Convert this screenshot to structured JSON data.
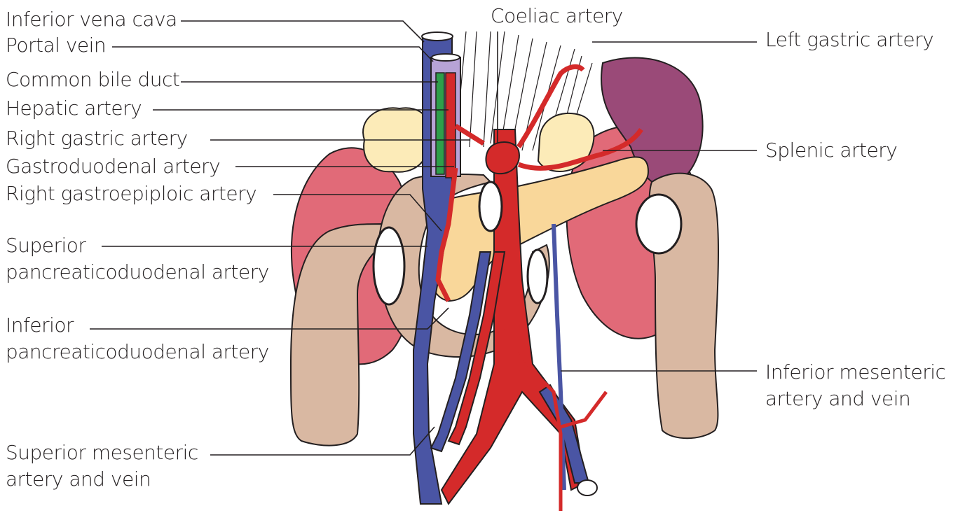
{
  "labels": {
    "inferior_vena_cava": "Inferior vena cava",
    "portal_vein": "Portal vein",
    "common_bile_duct": "Common bile duct",
    "hepatic_artery": "Hepatic artery",
    "right_gastric_artery": "Right gastric artery",
    "gastroduodenal_artery": "Gastroduodenal artery",
    "right_gastroepiploic_artery": "Right gastroepiploic artery",
    "superior_pancreaticoduodenal_artery_line1": "Superior",
    "superior_pancreaticoduodenal_artery_line2": "pancreaticoduodenal artery",
    "inferior_pancreaticoduodenal_artery_line1": "Inferior",
    "inferior_pancreaticoduodenal_artery_line2": "pancreaticoduodenal artery",
    "superior_mesenteric_line1": "Superior mesenteric",
    "superior_mesenteric_line2": "artery and vein",
    "coeliac_artery": "Coeliac artery",
    "left_gastric_artery": "Left gastric artery",
    "splenic_artery": "Splenic artery",
    "inferior_mesenteric_line1": "Inferior mesenteric",
    "inferior_mesenteric_line2": "artery and vein"
  },
  "colors": {
    "artery": "#d42a2a",
    "vein": "#4a55a4",
    "bile_duct": "#2e9e4a",
    "pancreas": "#f9d79a",
    "duodenum": "#d9b8a2",
    "colon": "#d9b8a2",
    "kidney": "#e16a78",
    "spleen": "#9a4a78",
    "adrenal_fat": "#fcebb8",
    "portal_vein_lumen": "#b7a3d6"
  }
}
